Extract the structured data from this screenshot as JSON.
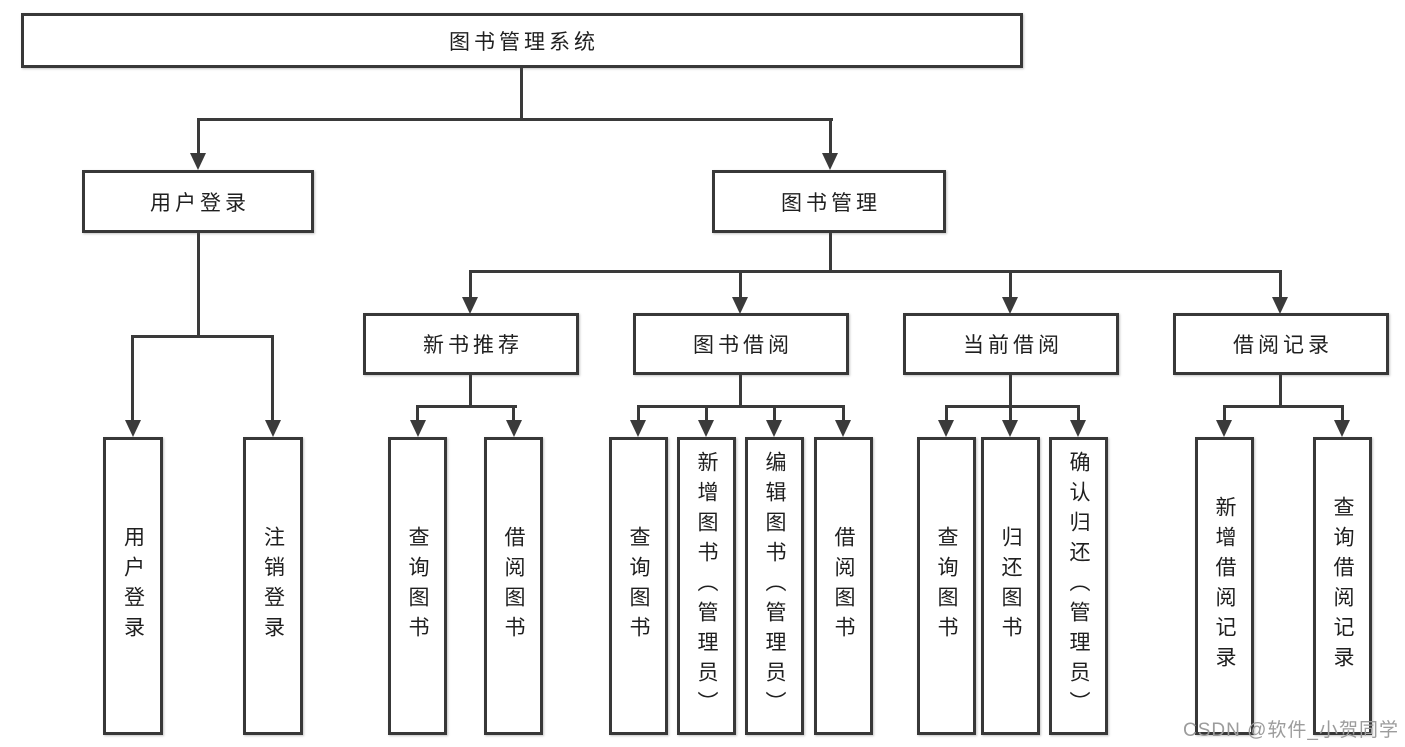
{
  "tree": {
    "root": {
      "label": "图书管理系统",
      "children": [
        {
          "label": "用户登录",
          "children": [
            {
              "label": "用户登录"
            },
            {
              "label": "注销登录"
            }
          ]
        },
        {
          "label": "图书管理",
          "children": [
            {
              "label": "新书推荐",
              "children": [
                {
                  "label": "查询图书"
                },
                {
                  "label": "借阅图书"
                }
              ]
            },
            {
              "label": "图书借阅",
              "children": [
                {
                  "label": "查询图书"
                },
                {
                  "label": "新增图书（管理员）"
                },
                {
                  "label": "编辑图书（管理员）"
                },
                {
                  "label": "借阅图书"
                }
              ]
            },
            {
              "label": "当前借阅",
              "children": [
                {
                  "label": "查询图书"
                },
                {
                  "label": "归还图书"
                },
                {
                  "label": "确认归还（管理员）"
                }
              ]
            },
            {
              "label": "借阅记录",
              "children": [
                {
                  "label": "新增借阅记录"
                },
                {
                  "label": "查询借阅记录"
                }
              ]
            }
          ]
        }
      ]
    }
  },
  "watermark": "CSDN @软件_小贺同学",
  "colors": {
    "line": "#3a3a3a",
    "box_border": "#383838",
    "box_fill": "#ffffff",
    "text": "#1f1f1f",
    "watermark": "#9c9c9c",
    "background": "#ffffff"
  }
}
